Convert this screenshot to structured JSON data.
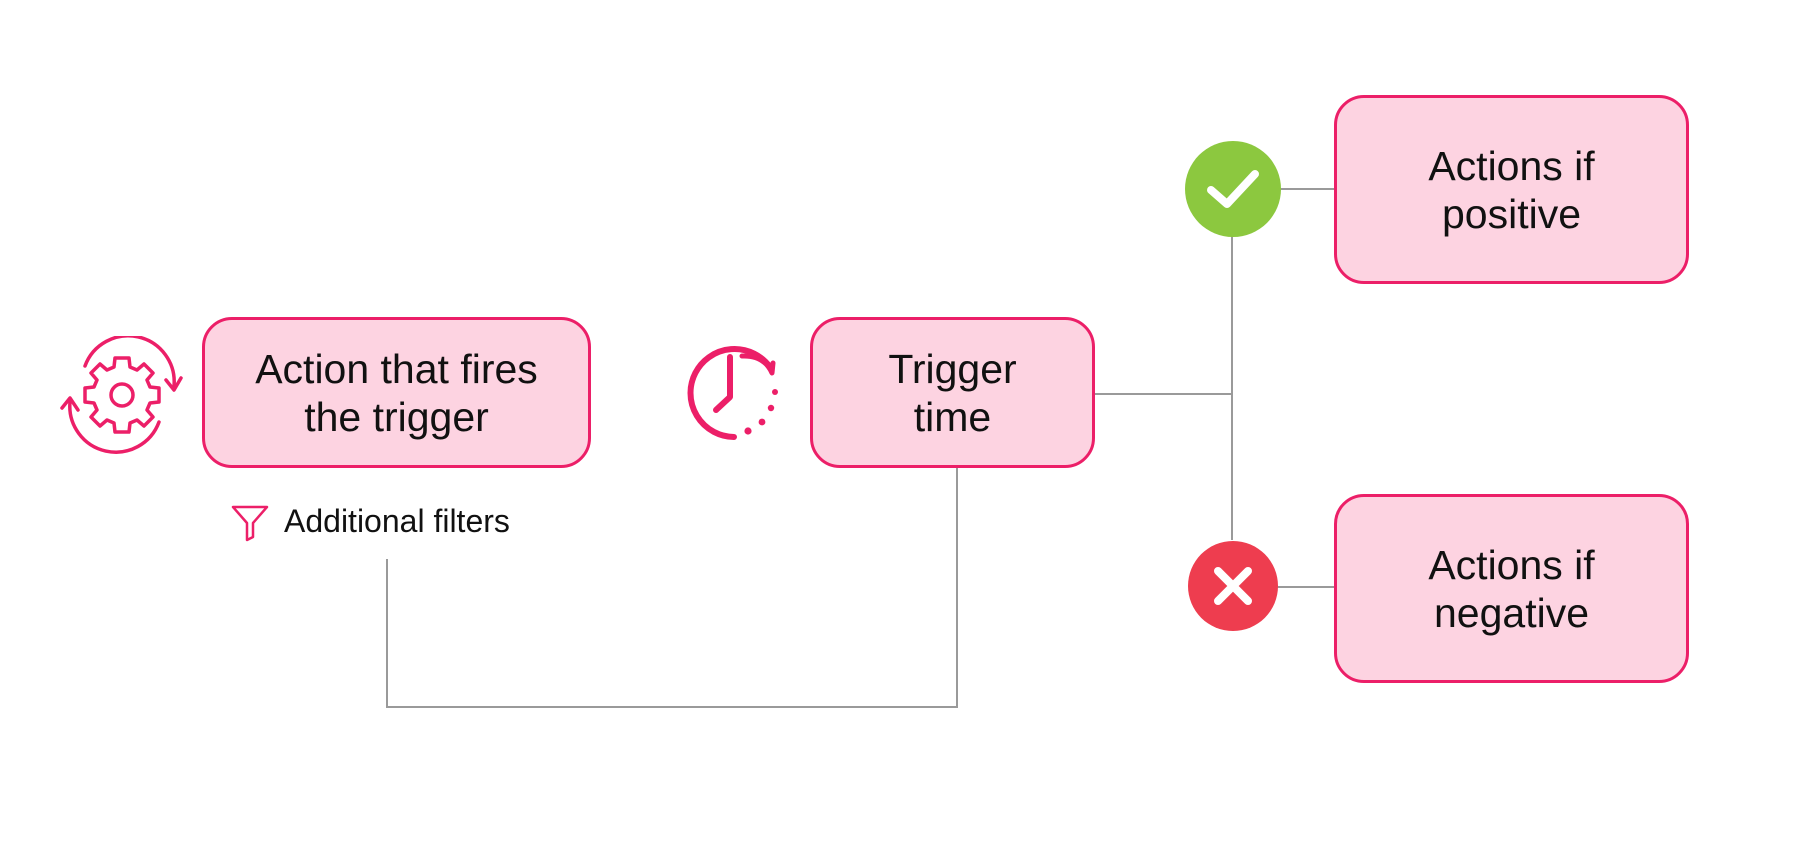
{
  "diagram": {
    "nodes": {
      "action_fires": {
        "line1": "Action that fires",
        "line2": "the trigger"
      },
      "trigger_time": {
        "line1": "Trigger",
        "line2": "time"
      },
      "actions_positive": {
        "line1": "Actions if",
        "line2": "positive"
      },
      "actions_negative": {
        "line1": "Actions if",
        "line2": "negative"
      }
    },
    "filters": {
      "label": "Additional filters"
    },
    "icons": {
      "process": "process-gear-icon",
      "timer": "clock-timer-icon",
      "filter": "filter-funnel-icon",
      "positive": "checkmark-icon",
      "negative": "cross-icon"
    },
    "colors": {
      "accent": "#ec1f68",
      "node_fill": "#fdd3e1",
      "positive": "#8cc83f",
      "negative": "#ee3d4f",
      "connector": "#9a9a9a"
    }
  }
}
